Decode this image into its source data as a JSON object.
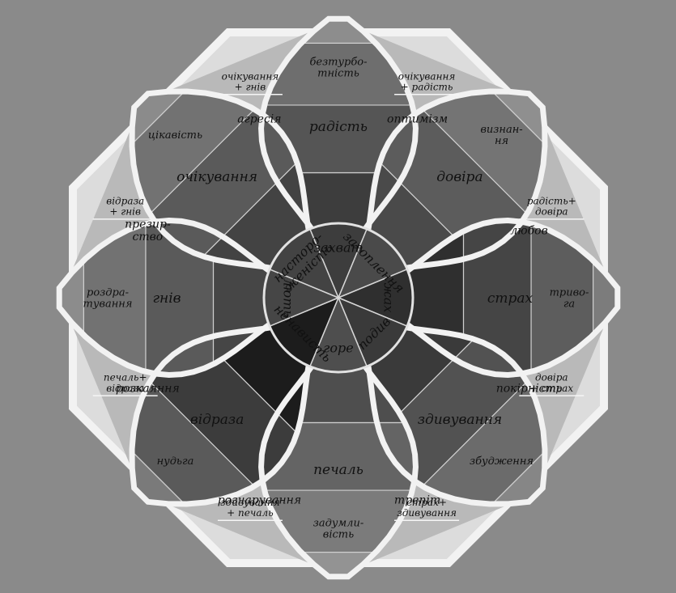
{
  "petals": [
    {
      "angle": -90,
      "shades": [
        "#3d3d3d",
        "#555555",
        "#6e6e6e",
        "#8d8d8d"
      ],
      "labels": [
        "захват",
        "радість",
        "безтурбо-\nтність",
        ""
      ]
    },
    {
      "angle": -45,
      "shades": [
        "#4a4a4a",
        "#5c5c5c",
        "#747474",
        "#8f8f8f"
      ],
      "labels": [
        "захоплення",
        "довіра",
        "визнан-\nня",
        ""
      ]
    },
    {
      "angle": 0,
      "shades": [
        "#2f2f2f",
        "#454545",
        "#5d5d5d",
        "#7c7c7c"
      ],
      "labels": [
        "жах",
        "страх",
        "триво-\nга",
        ""
      ]
    },
    {
      "angle": 45,
      "shades": [
        "#3a3a3a",
        "#525252",
        "#6b6b6b",
        "#868686"
      ],
      "labels": [
        "подив",
        "здивування",
        "збудження",
        ""
      ]
    },
    {
      "angle": 90,
      "shades": [
        "#4e4e4e",
        "#646464",
        "#7b7b7b",
        "#939393"
      ],
      "labels": [
        "горе",
        "печаль",
        "задумли-\nвість",
        ""
      ]
    },
    {
      "angle": 135,
      "shades": [
        "#1c1c1c",
        "#3c3c3c",
        "#5a5a5a",
        "#7a7a7a"
      ],
      "labels": [
        "ненависть",
        "відраза",
        "нудьга",
        ""
      ]
    },
    {
      "angle": 180,
      "shades": [
        "#464646",
        "#5a5a5a",
        "#727272",
        "#8c8c8c"
      ],
      "labels": [
        "лють",
        "гнів",
        "роздра-\nтування",
        ""
      ]
    },
    {
      "angle": -135,
      "shades": [
        "#434343",
        "#5a5a5a",
        "#727272",
        "#8b8b8b"
      ],
      "labels": [
        "насторо-\nженість",
        "очікування",
        "цікавість",
        ""
      ]
    }
  ],
  "dyads": [
    {
      "angle": -67.5,
      "top": "очікування\n+ радість",
      "bottom": "оптимізм"
    },
    {
      "angle": -22.5,
      "top": "радість+\nдовіра",
      "bottom": "любов"
    },
    {
      "angle": 22.5,
      "top": "довіра\n+ страх",
      "bottom": "покірність"
    },
    {
      "angle": 67.5,
      "top": "страх+\nздивування",
      "bottom": "трепіт"
    },
    {
      "angle": 112.5,
      "top": "здивування\n+ печаль",
      "bottom": "розчарування"
    },
    {
      "angle": 157.5,
      "top": "печаль+\nвідраза",
      "bottom": "розкаяння"
    },
    {
      "angle": -157.5,
      "top": "відраза\n+ гнів",
      "bottom": "презир-\nство"
    },
    {
      "angle": -112.5,
      "top": "очікування\n+ гнів",
      "bottom": "агресія"
    }
  ],
  "colors": {
    "background": "#8a8a8a",
    "octagon": "#dcdcdc",
    "border": "#f2f2f2",
    "dyad_fill": "#b9b9b9"
  }
}
